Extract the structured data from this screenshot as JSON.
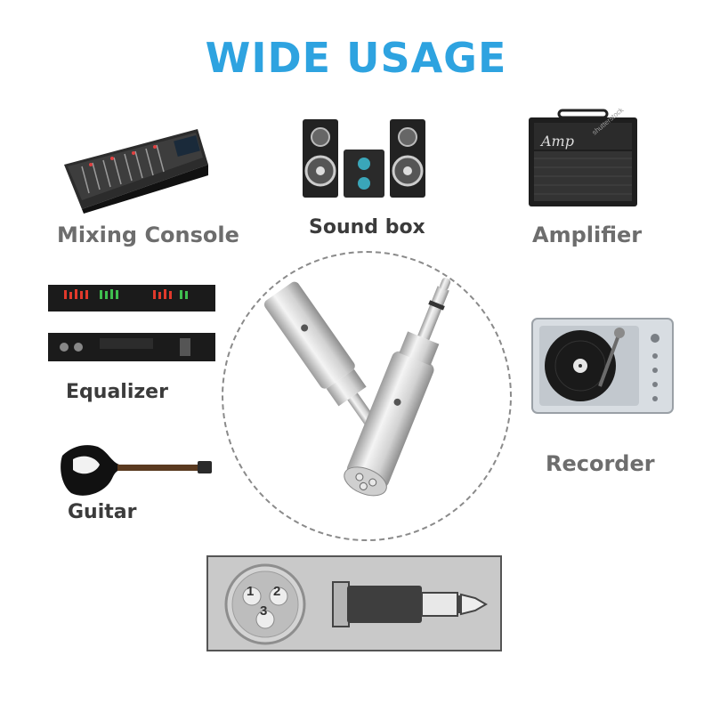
{
  "header": {
    "title": "WIDE USAGE"
  },
  "items": {
    "mixing_console": "Mixing Console",
    "sound_box": "Sound box",
    "amplifier": "Amplifier",
    "equalizer": "Equalizer",
    "recorder": "Recorder",
    "guitar": "Guitar"
  },
  "amp_brand": "Amp",
  "watermark": "shutterstock",
  "pinout": {
    "pin1": "1",
    "pin2": "2",
    "pin3": "3"
  },
  "colors": {
    "title": "#2ea3e0",
    "label": "#6d6d6d",
    "panel": "#c9c9c9"
  }
}
